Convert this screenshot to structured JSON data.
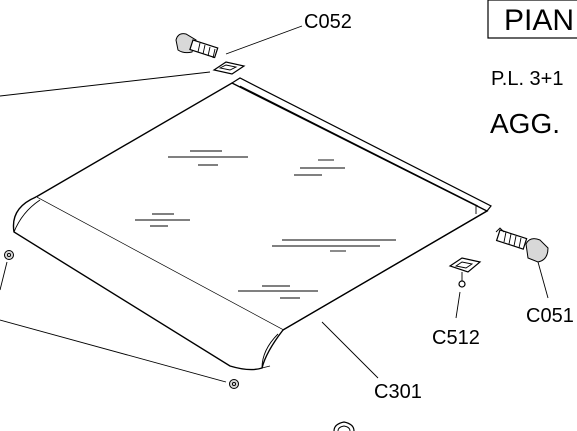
{
  "title": "PIAN",
  "subtitle_line1": "P.L. 3+1",
  "subtitle_line2": "AGG.",
  "parts": {
    "c052": "C052",
    "c051": "C051",
    "c512": "C512",
    "c301": "C301"
  },
  "colors": {
    "line": "#000000",
    "background": "#ffffff",
    "shade": "#d8d8d8"
  }
}
